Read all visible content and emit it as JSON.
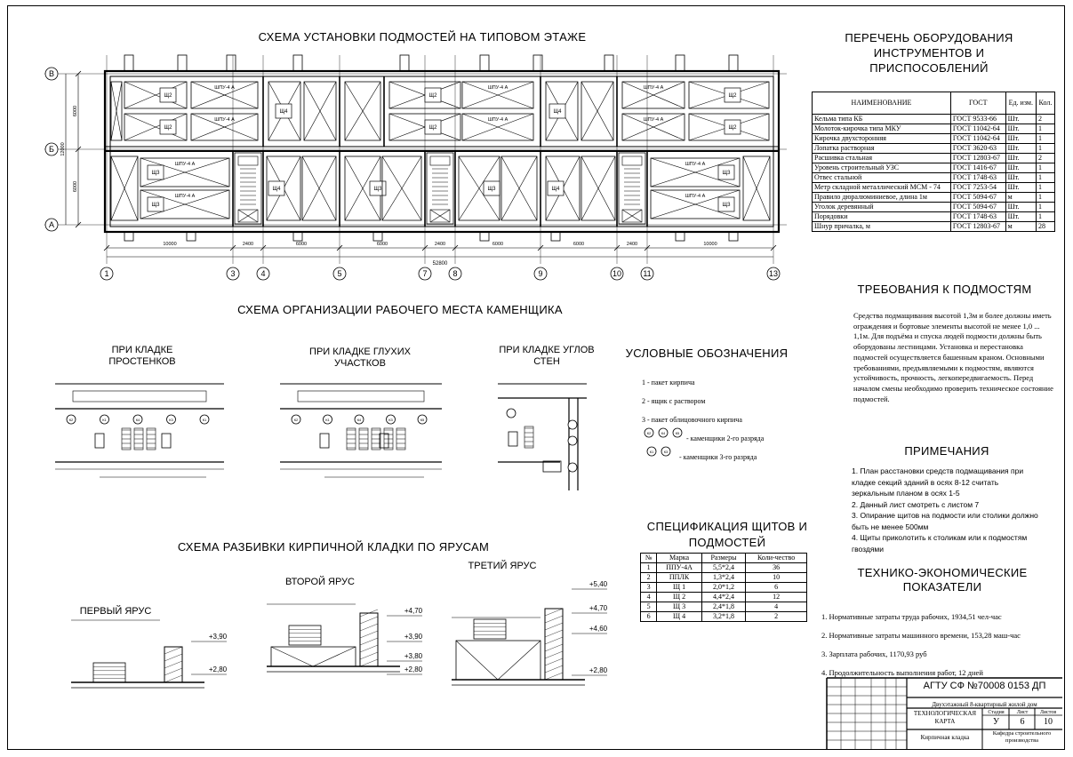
{
  "titles": {
    "scheme_floor": "СХЕМА УСТАНОВКИ ПОДМОСТЕЙ НА ТИПОВОМ ЭТАЖЕ",
    "scheme_workplace": "СХЕМА ОРГАНИЗАЦИИ РАБОЧЕГО МЕСТА КАМЕНЩИКА",
    "scheme_tiers": "СХЕМА РАЗБИВКИ КИРПИЧНОЙ КЛАДКИ ПО ЯРУСАМ",
    "equipment": "ПЕРЕЧЕНЬ ОБОРУДОВАНИЯ ИНСТРУМЕНТОВ И ПРИСПОСОБЛЕНИЙ",
    "requirements": "ТРЕБОВАНИЯ К ПОДМОСТЯМ",
    "notes": "ПРИМЕЧАНИЯ",
    "legend": "УСЛОВНЫЕ ОБОЗНАЧЕНИЯ",
    "spec": "СПЕЦИФИКАЦИЯ ЩИТОВ И ПОДМОСТЕЙ",
    "tei": "ТЕХНИКО-ЭКОНОМИЧЕСКИЕ ПОКАЗАТЕЛИ"
  },
  "sub": {
    "piers": "ПРИ КЛАДКЕ ПРОСТЕНКОВ",
    "blind": "ПРИ КЛАДКЕ ГЛУХИХ УЧАСТКОВ",
    "corners": "ПРИ КЛАДКЕ УГЛОВ СТЕН",
    "tier1": "ПЕРВЫЙ ЯРУС",
    "tier2": "ВТОРОЙ ЯРУС",
    "tier3": "ТРЕТИЙ ЯРУС"
  },
  "plan": {
    "axes_letters": [
      "В",
      "Б",
      "А"
    ],
    "axes_numbers": [
      "1",
      "3",
      "4",
      "5",
      "7",
      "8",
      "9",
      "10",
      "11",
      "13"
    ],
    "dims_bottom": [
      "10000",
      "2400",
      "6000",
      "6000",
      "2400",
      "6000",
      "6000",
      "2400",
      "10000"
    ],
    "total_length": "52800",
    "dims_left": [
      "6000",
      "6000"
    ],
    "total_width": "12000",
    "label_sh2": "Щ2",
    "label_sh3": "Щ3",
    "label_sh4": "Щ4",
    "label_ppu": "ШПУ-4 А"
  },
  "equipment": {
    "headers": [
      "НАИМЕНОВАНИЕ",
      "ГОСТ",
      "Ед. изм.",
      "Кол."
    ],
    "rows": [
      [
        "Кельма типа КБ",
        "ГОСТ 9533-66",
        "Шт.",
        "2"
      ],
      [
        "Молоток-кирочка типа МКУ",
        "ГОСТ 11042-64",
        "Шт.",
        "1"
      ],
      [
        "Кирочка двухсторонняя",
        "ГОСТ 11042-64",
        "Шт.",
        "1"
      ],
      [
        "Лопатка растворная",
        "ГОСТ 3620-63",
        "Шт.",
        "1"
      ],
      [
        "Расшивка стальная",
        "ГОСТ 12803-67",
        "Шт.",
        "2"
      ],
      [
        "Уровень строительный УЗС",
        "ГОСТ 1416-67",
        "Шт.",
        "1"
      ],
      [
        "Отвес стальной",
        "ГОСТ 1748-63",
        "Шт.",
        "1"
      ],
      [
        "Метр складной металлический МСМ - 74",
        "ГОСТ 7253-54",
        "Шт.",
        "1"
      ],
      [
        "Правило дюралюминиевое, длина 1м",
        "ГОСТ 5094-67",
        "м",
        "1"
      ],
      [
        "Уголок деревянный",
        "ГОСТ 5094-67",
        "Шт.",
        "1"
      ],
      [
        "Порядовки",
        "ГОСТ 1748-63",
        "Шт.",
        "1"
      ],
      [
        "Шнур причалка, м",
        "ГОСТ 12803-67",
        "м",
        "28"
      ]
    ]
  },
  "requirements_text": "Средства подмащивания высотой 1,3м и более должны иметь ограждения и бортовые элементы высотой не менее 1,0 ... 1,1м. Для подъёма и спуска людей подмости должны быть оборудованы лестницами. Установка и перестановка подмостей осуществляется башенным краном. Основными требованиями, предъявляемыми к подмостям, являются устойчивость, прочность, легкопередвигаемость. Перед началом смены необходимо проверить техническое состояние подмостей.",
  "notes": [
    "1. План расстановки средств подмащивания при кладке секций зданий в осях 8-12 считать зеркальным планом в осях 1-5",
    "2. Данный лист смотреть с листом 7",
    "3. Опирание щитов на подмости или столики должно быть не менее 500мм",
    "4. Щиты приколотить к столикам или к подмостям гвоздями"
  ],
  "legend": [
    "1 - пакет кирпича",
    "2 - ящик с раствором",
    "3 - пакет облицовочного кирпича",
    "- каменщики 2-го разряда",
    "- каменщики 3-го разряда"
  ],
  "legend_marks": [
    "К2",
    "К4",
    "К5",
    "К1",
    "К3"
  ],
  "spec": {
    "headers": [
      "№",
      "Марка",
      "Размеры",
      "Коли-чество"
    ],
    "rows": [
      [
        "1",
        "ППУ-4А",
        "5,5*2,4",
        "36"
      ],
      [
        "2",
        "ППЛК",
        "1,3*2,4",
        "10"
      ],
      [
        "3",
        "Щ 1",
        "2,0*1,2",
        "6"
      ],
      [
        "4",
        "Щ 2",
        "4,4*2,4",
        "12"
      ],
      [
        "5",
        "Щ 3",
        "2,4*1,8",
        "4"
      ],
      [
        "6",
        "Щ 4",
        "3,2*1,8",
        "2"
      ]
    ]
  },
  "tei": [
    "1. Нормативные затраты труда рабочих, 1934,51 чел-час",
    "2. Нормативные затраты машинного времени, 153,28 маш-час",
    "3. Зарплата рабочих, 1170,93 руб",
    "4. Продолжительность выполнения работ, 12 дней"
  ],
  "levels": {
    "t1": [
      "+3,90",
      "+2,80"
    ],
    "t2": [
      "+4,70",
      "+3,90",
      "+3,80",
      "+2,80"
    ],
    "t3": [
      "+5,40",
      "+4,70",
      "+4,60",
      "+2,80"
    ]
  },
  "stamp": {
    "code": "АГТУ СФ №70008   0153 ДП",
    "project": "Двухэтажный 8-квартирный жилой дом",
    "map": "ТЕХНОЛОГИЧЕСКАЯ КАРТА",
    "stage_h": "Стадия",
    "sheet_h": "Лист",
    "sheets_h": "Листов",
    "stage": "У",
    "sheet": "6",
    "sheets": "10",
    "work": "Кирпичная кладка",
    "dept": "Кафедра строительного производства"
  }
}
